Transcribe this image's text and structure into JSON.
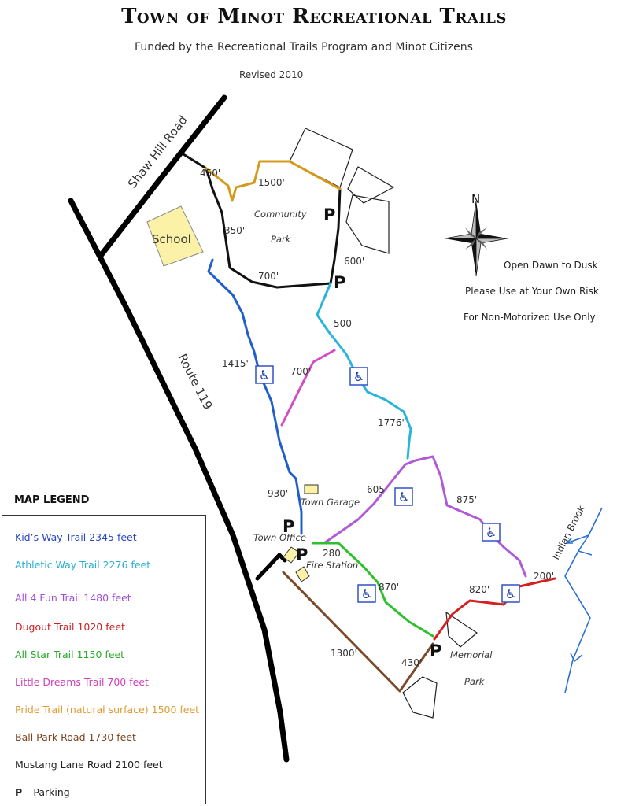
{
  "header": {
    "title": "Town of Minot Recreational Trails",
    "subtitle": "Funded by the Recreational Trails Program and Minot Citizens",
    "revised": "Revised 2010"
  },
  "notices": [
    "Open Dawn to Dusk",
    "Please Use at Your Own Risk",
    "For Non-Motorized Use Only"
  ],
  "compass": {
    "north_label": "N"
  },
  "roads": {
    "shaw_hill": "Shaw Hill Road",
    "route": "Route 119"
  },
  "places": {
    "school": "School",
    "community": "Community",
    "park": "Park",
    "town_garage": "Town Garage",
    "town_office": "Town Office",
    "fire_station": "Fire Station",
    "memorial": "Memorial",
    "memorial_park": "Park",
    "brook": "Indian Brook"
  },
  "parking_symbol": "P",
  "distances": {
    "d450": "450'",
    "d1500": "1500'",
    "d350": "350'",
    "d700a": "700'",
    "d600": "600'",
    "d500": "500'",
    "d1415": "1415'",
    "d700b": "700'",
    "d1776": "1776'",
    "d930": "930'",
    "d605": "605'",
    "d875": "875'",
    "d280": "280'",
    "d870": "870'",
    "d820": "820'",
    "d200": "200'",
    "d1300": "1300'",
    "d430": "430'"
  },
  "legend": {
    "title": "MAP LEGEND",
    "items": [
      {
        "label": "Kid’s Way Trail 2345 feet",
        "color": "#2a47c4"
      },
      {
        "label": "Athletic Way Trail 2276 feet",
        "color": "#29b0d6"
      },
      {
        "label": "All 4 Fun Trail 1480 feet",
        "color": "#a24fd8"
      },
      {
        "label": "Dugout Trail 1020 feet",
        "color": "#cc2020"
      },
      {
        "label": "All Star Trail 1150 feet",
        "color": "#26a826"
      },
      {
        "label": "Little Dreams Trail 700 feet",
        "color": "#d040b8"
      },
      {
        "label": "Pride Trail (natural surface) 1500 feet",
        "color": "#e09a30"
      },
      {
        "label": "Ball Park Road 1730 feet",
        "color": "#7a4520"
      },
      {
        "label": "Mustang Lane Road 2100 feet",
        "color": "#222222"
      }
    ],
    "parking": {
      "symbol": "P",
      "text": " – Parking"
    }
  },
  "colors": {
    "kids_way": "#1f5fcc",
    "athletic_way": "#2ab4dc",
    "all4fun": "#b05ad8",
    "dugout": "#d42020",
    "all_star": "#2ec02e",
    "little_dreams": "#d24cc4",
    "pride": "#d49a1c",
    "ball_park": "#7a4a2a",
    "mustang": "#111111",
    "brook": "#2a6fd0",
    "school_fill": "#fbf2a8"
  }
}
